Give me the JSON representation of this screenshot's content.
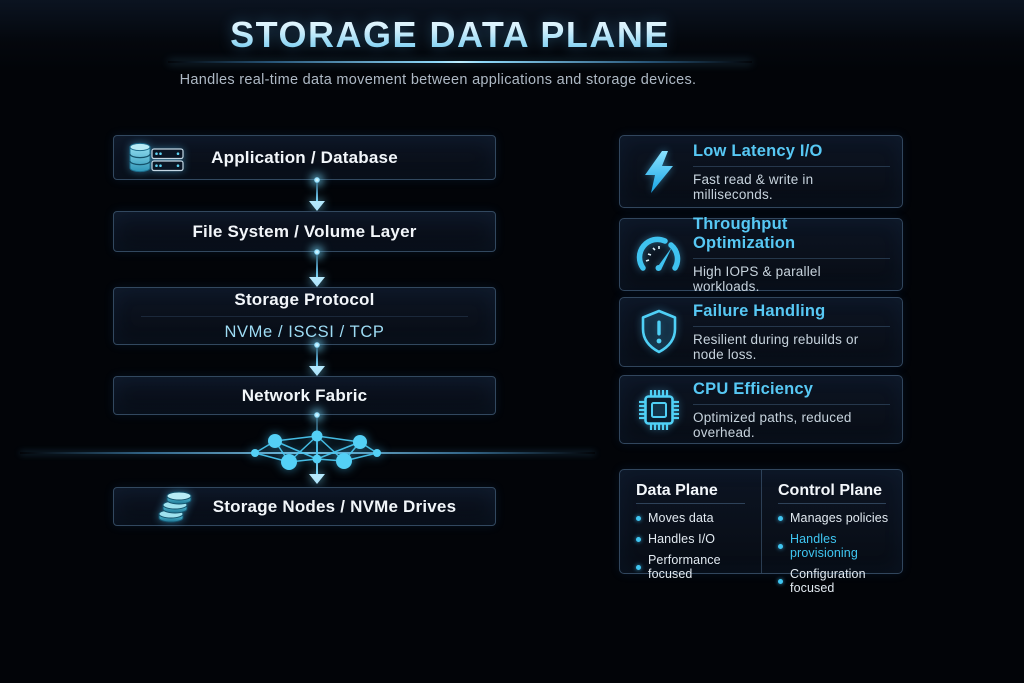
{
  "header": {
    "title": "STORAGE DATA PLANE",
    "subtitle": "Handles real-time data movement between applications and storage devices."
  },
  "flow": {
    "nodes": [
      {
        "label": "Application / Database",
        "icon": "database-server-icon"
      },
      {
        "label": "File System / Volume Layer"
      },
      {
        "label": "Storage Protocol",
        "sublabel": "NVMe / ISCSI / TCP"
      },
      {
        "label": "Network Fabric"
      },
      {
        "label": "Storage Nodes / NVMe Drives",
        "icon": "disk-stack-icon"
      }
    ]
  },
  "features": [
    {
      "icon": "lightning-bolt-icon",
      "title": "Low Latency I/O",
      "description": "Fast read & write in milliseconds."
    },
    {
      "icon": "speedometer-icon",
      "title": "Throughput Optimization",
      "description": "High IOPS & parallel workloads."
    },
    {
      "icon": "shield-alert-icon",
      "title": "Failure Handling",
      "description": "Resilient during rebuilds or node loss."
    },
    {
      "icon": "cpu-chip-icon",
      "title": "CPU Efficiency",
      "description": "Optimized paths, reduced overhead."
    }
  ],
  "comparison": {
    "columns": [
      {
        "title": "Data Plane",
        "items": [
          {
            "text": "Moves data"
          },
          {
            "text": "Handles I/O"
          },
          {
            "text": "Performance focused"
          }
        ]
      },
      {
        "title": "Control Plane",
        "items": [
          {
            "text": "Manages policies"
          },
          {
            "text": "Handles provisioning"
          },
          {
            "text": "Configuration focused"
          }
        ]
      }
    ]
  },
  "colors": {
    "accent": "#3fc6f2",
    "title_gradient_top": "#f4fbff",
    "title_gradient_bottom": "#62c5ef",
    "box_border": "#32485f",
    "highlight_text": "#3fc6f2"
  }
}
